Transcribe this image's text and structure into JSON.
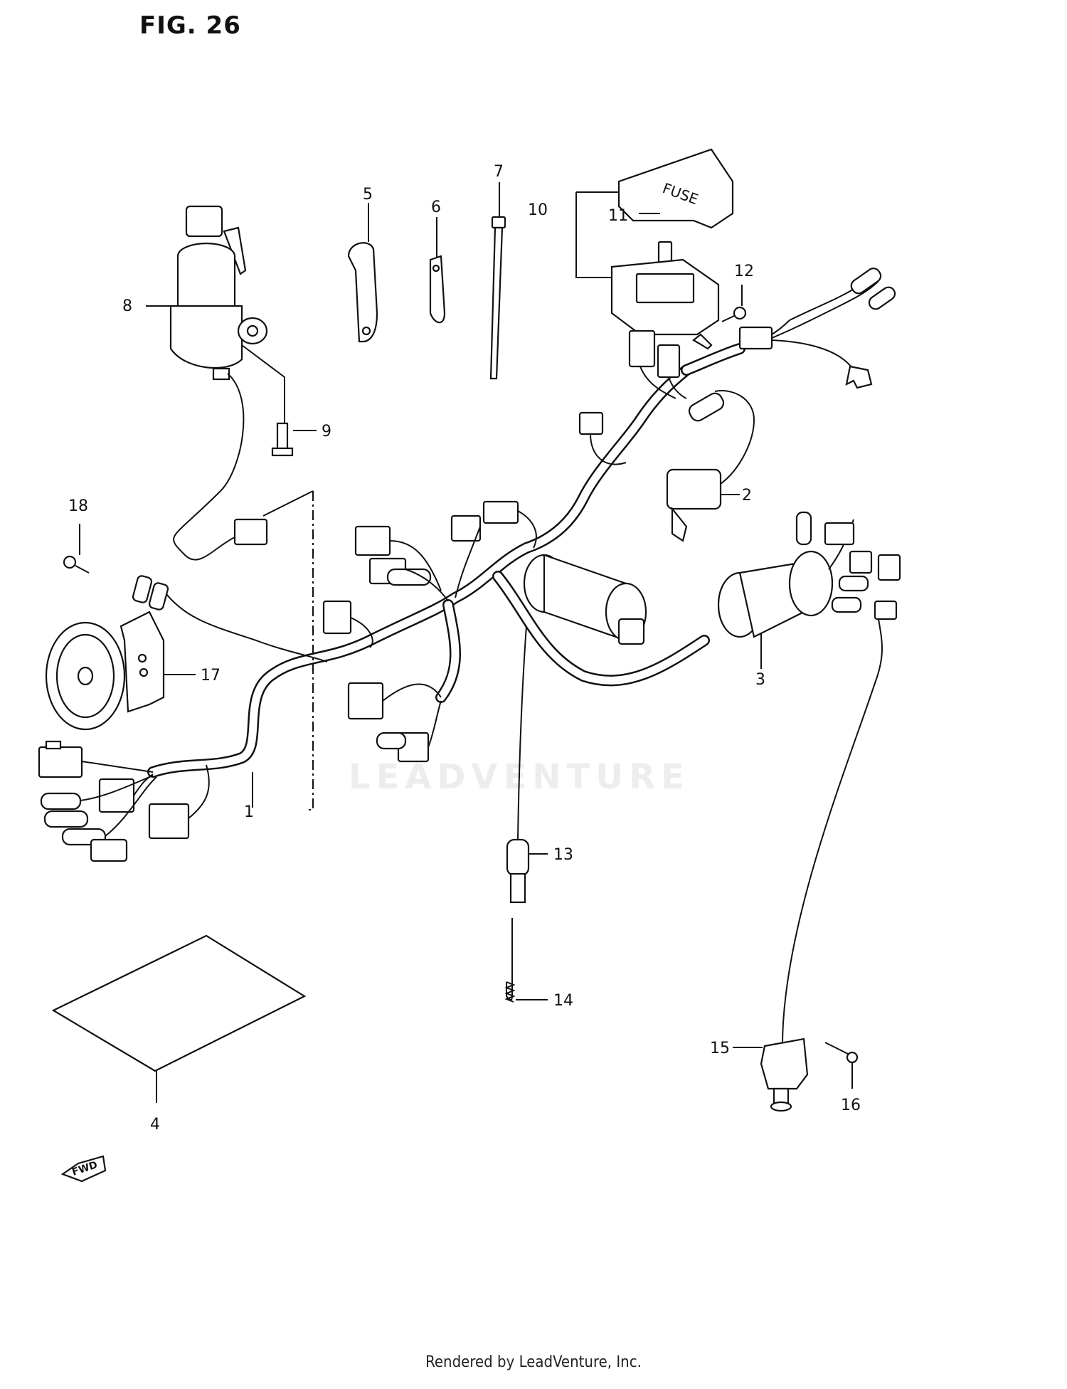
{
  "figure": {
    "title": "FIG. 26"
  },
  "watermark": "LEADVENTURE",
  "footer": "Rendered by LeadVenture, Inc.",
  "fuse_cover_text": "FUSE",
  "fwd_text": "FWD",
  "callouts": {
    "p1": "1",
    "p2": "2",
    "p3": "3",
    "p4": "4",
    "p5": "5",
    "p6": "6",
    "p7": "7",
    "p8": "8",
    "p9": "9",
    "p10": "10",
    "p11": "11",
    "p12": "12",
    "p13": "13",
    "p14": "14",
    "p15": "15",
    "p16": "16",
    "p17": "17",
    "p18": "18"
  }
}
